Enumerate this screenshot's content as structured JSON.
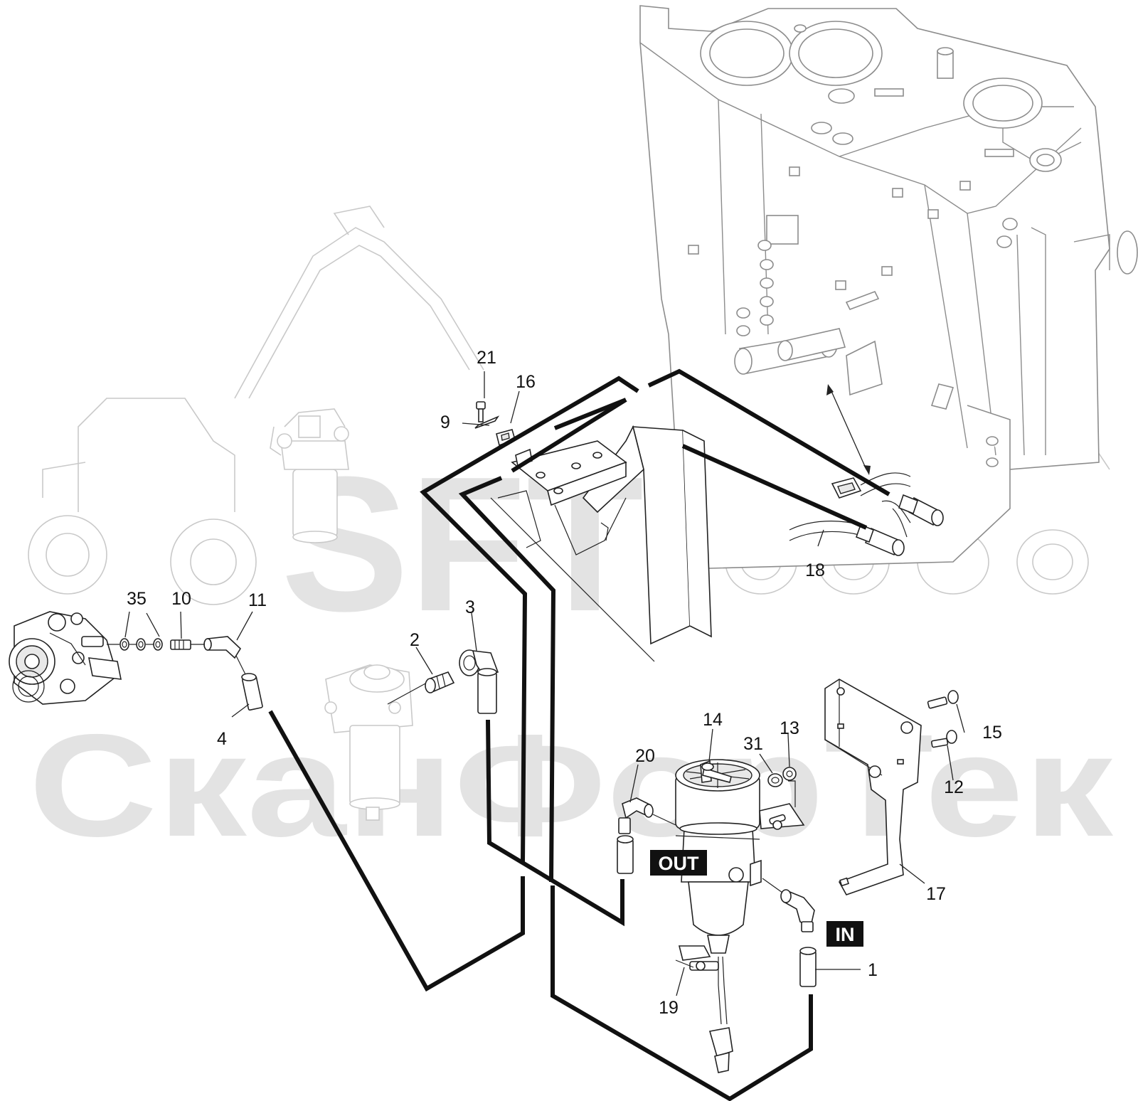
{
  "watermark": {
    "logo_text": "SFT",
    "company_text": "СканФорТек"
  },
  "tags": {
    "out": "OUT",
    "in": "IN"
  },
  "callouts": [
    {
      "id": "21",
      "label": "21"
    },
    {
      "id": "16",
      "label": "16"
    },
    {
      "id": "9",
      "label": "9"
    },
    {
      "id": "18",
      "label": "18"
    },
    {
      "id": "35",
      "label": "35"
    },
    {
      "id": "10",
      "label": "10"
    },
    {
      "id": "11",
      "label": "11"
    },
    {
      "id": "3",
      "label": "3"
    },
    {
      "id": "2",
      "label": "2"
    },
    {
      "id": "4",
      "label": "4"
    },
    {
      "id": "14",
      "label": "14"
    },
    {
      "id": "31",
      "label": "31"
    },
    {
      "id": "13",
      "label": "13"
    },
    {
      "id": "20",
      "label": "20"
    },
    {
      "id": "15",
      "label": "15"
    },
    {
      "id": "12",
      "label": "12"
    },
    {
      "id": "17",
      "label": "17"
    },
    {
      "id": "1",
      "label": "1"
    },
    {
      "id": "19",
      "label": "19"
    }
  ]
}
